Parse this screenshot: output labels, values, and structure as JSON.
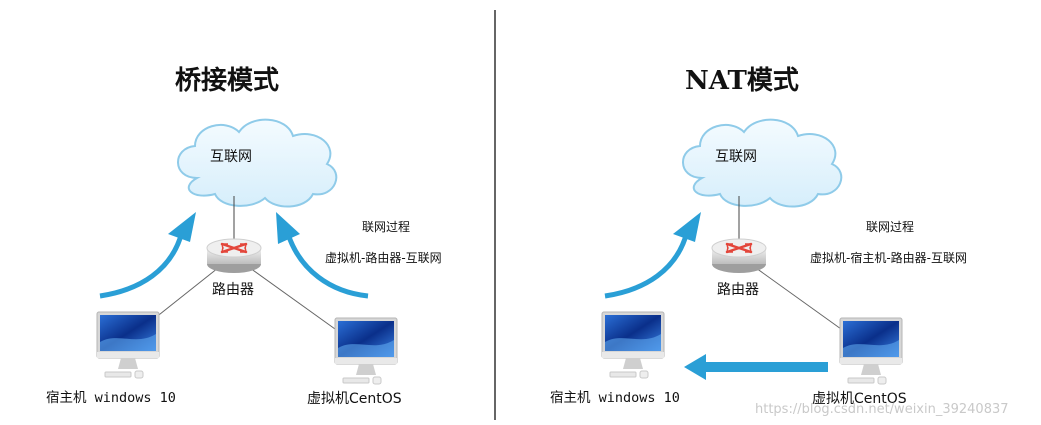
{
  "colors": {
    "accent_arrow": "#2a9fd6",
    "divider": "#333333",
    "cloud_fill": "#e6f4fd",
    "cloud_stroke": "#8fcbe9",
    "watermark": "#c9c9c9"
  },
  "left_panel": {
    "title": "桥接模式",
    "cloud_label": "互联网",
    "router_label": "路由器",
    "host_label": "宿主机 windows 10",
    "vm_label": "虚拟机CentOS",
    "note_title": "联网过程",
    "note_path": "虚拟机-路由器-互联网"
  },
  "right_panel": {
    "title": "NAT模式",
    "cloud_label": "互联网",
    "router_label": "路由器",
    "host_label": "宿主机 windows 10",
    "vm_label": "虚拟机CentOS",
    "note_title": "联网过程",
    "note_path": "虚拟机-宿主机-路由器-互联网"
  },
  "watermark": "https://blog.csdn.net/weixin_39240837",
  "icons": [
    "cloud-icon",
    "router-icon",
    "monitor-icon",
    "curved-arrow-icon",
    "straight-arrow-icon"
  ]
}
